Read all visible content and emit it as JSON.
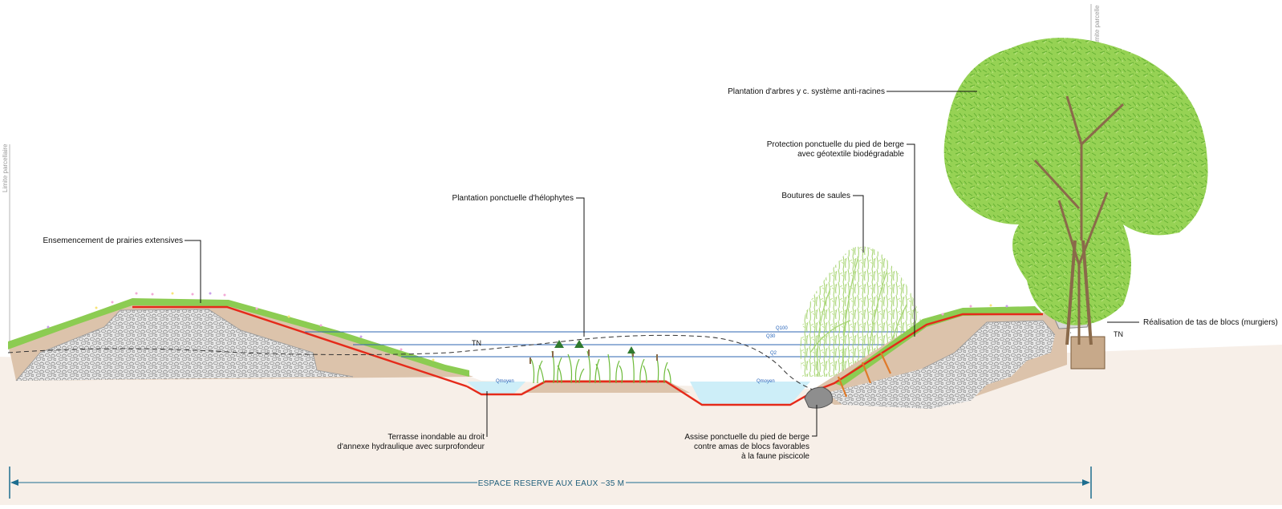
{
  "annotations": {
    "prairie": "Ensemencement de prairies extensives",
    "helophytes": "Plantation ponctuelle d'hélophytes",
    "arbres": "Plantation d'arbres y c. système anti-racines",
    "protection_line1": "Protection ponctuelle du pied de berge",
    "protection_line2": "avec géotextile biodégradable",
    "boutures": "Boutures de saules",
    "murgiers": "Réalisation de tas de blocs (murgiers)",
    "terrasse_line1": "Terrasse inondable au droit",
    "terrasse_line2": "d'annexe hydraulique avec surprofondeur",
    "assise_line1": "Assise ponctuelle du pied de berge",
    "assise_line2": "contre amas de blocs favorables",
    "assise_line3": "à la faune piscicole"
  },
  "markers": {
    "tn_left": "TN",
    "tn_right": "TN",
    "limite_left": "Limite parcellaire",
    "limite_right": "Limite parcelle",
    "qmoyen_left": "Qmoyen",
    "qmoyen_right": "Qmoyen",
    "q100": "Q100",
    "q30": "Q30",
    "q2": "Q2"
  },
  "dimension": {
    "label": "ESPACE RESERVE AUX EAUX ~35 M"
  },
  "colors": {
    "soil": "#dcc3ab",
    "gravel": "#c9c9c9",
    "grass": "#8ccc52",
    "liner": "#e52a1a",
    "water": "#cdeef8",
    "water_lines": "#2e64b0",
    "tree": "#8fcf4a",
    "trunk": "#8a6a4a",
    "dimension": "#1d6d8f"
  }
}
